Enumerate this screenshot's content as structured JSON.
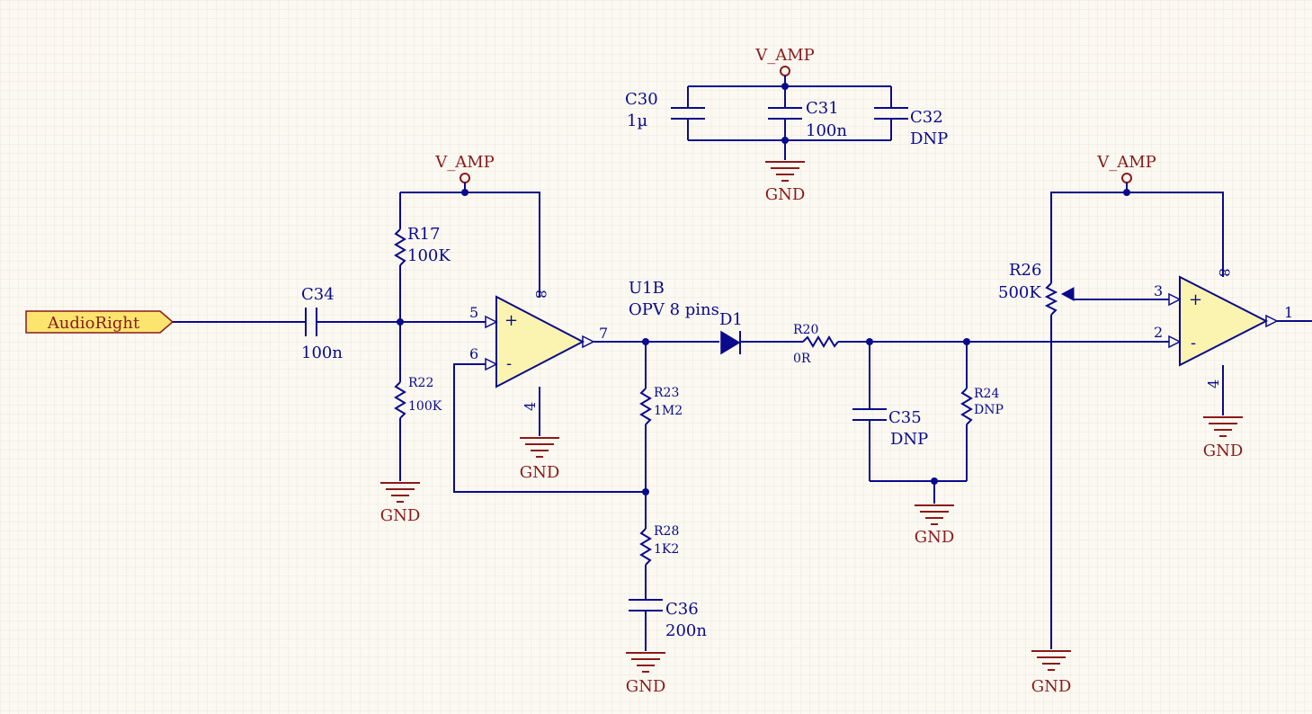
{
  "power_net": "V_AMP",
  "ground_net": "GND",
  "net_label": "AudioRight",
  "components": {
    "c30": {
      "ref": "C30",
      "value": "1µ"
    },
    "c31": {
      "ref": "C31",
      "value": "100n"
    },
    "c32": {
      "ref": "C32",
      "value": "DNP"
    },
    "c34": {
      "ref": "C34",
      "value": "100n"
    },
    "c35": {
      "ref": "C35",
      "value": "DNP"
    },
    "c36": {
      "ref": "C36",
      "value": "200n"
    },
    "r17": {
      "ref": "R17",
      "value": "100K"
    },
    "r22": {
      "ref": "R22",
      "value": "100K"
    },
    "r23": {
      "ref": "R23",
      "value": "1M2"
    },
    "r28": {
      "ref": "R28",
      "value": "1K2"
    },
    "r20": {
      "ref": "R20",
      "value": "0R"
    },
    "r24": {
      "ref": "R24",
      "value": "DNP"
    },
    "r26": {
      "ref": "R26",
      "value": "500K"
    },
    "d1": {
      "ref": "D1"
    },
    "u1b": {
      "ref": "U1B",
      "value": "OPV 8 pins"
    }
  },
  "pins": {
    "u1b": {
      "plus": "5",
      "minus": "6",
      "out": "7",
      "vcc": "8",
      "gnd": "4"
    },
    "u1a": {
      "plus": "3",
      "minus": "2",
      "out": "1",
      "vcc": "8",
      "gnd": "4"
    }
  },
  "signs": {
    "plus": "+",
    "minus": "-"
  },
  "colors": {
    "background": "#fbf9f2",
    "grid": "#ece8da",
    "wire": "#0a0a8c",
    "power": "#8b1a1a",
    "opamp_fill": "#fbf4b0",
    "net_label_fill": "#fbe56f"
  }
}
